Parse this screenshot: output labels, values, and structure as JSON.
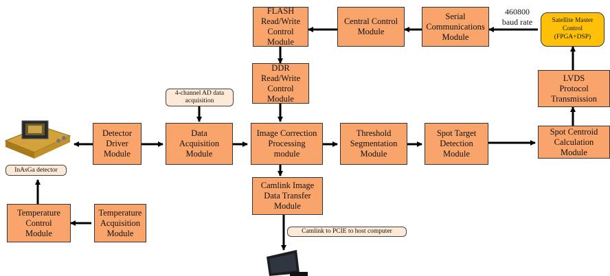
{
  "boxes": {
    "flash": "FLASH\nRead/Write\nControl Module",
    "central": "Central Control\nModule",
    "serial": "Serial\nCommunications\nModule",
    "ddr": "DDR Read/Write\nControl Module",
    "driver": "Detector\nDriver\nModule",
    "acq": "Data\nAcquisition\nModule",
    "icp": "Image Correction\nProcessing\nmodule",
    "thresh": "Threshold\nSegmentation\nModule",
    "spot_det": "Spot Target\nDetection\nModule",
    "centroid": "Spot Centroid\nCalculation\nModule",
    "lvds": "LVDS\nProtocol\nTransmission",
    "camlink": "Camlink Image\nData Transfer\nModule",
    "temp_ctrl": "Temperature\nControl\nModule",
    "temp_acq": "Temperature\nAcquisition\nModule"
  },
  "notes": {
    "ad": "4-channel AD data\nacquisition",
    "detector": "InAsGa detector",
    "camlink_pcie": "Camlink to PCIE to host computer"
  },
  "satellite": "Satellite Master\nControl\n(FPGA+DSP)",
  "baud": "460800\nbaud rate",
  "colors": {
    "module_fill": "#f9a46b",
    "note_fill": "#fde9d5",
    "satellite_fill": "#ffc107"
  },
  "icons": [
    "detector-photo-icon",
    "computer-monitor-icon"
  ]
}
